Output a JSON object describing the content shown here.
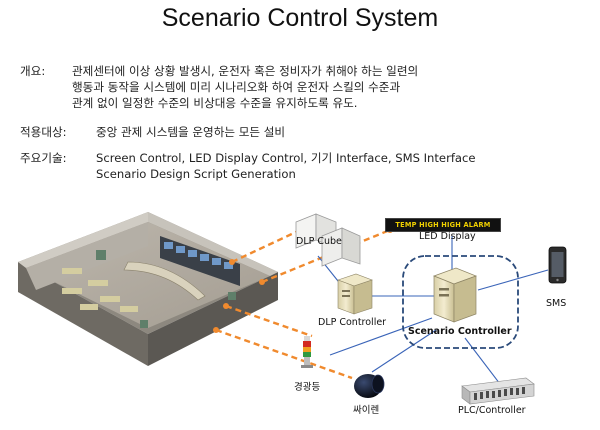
{
  "title": "Scenario Control System",
  "overview": {
    "label": "개요:",
    "lines": [
      "관제센터에 이상 상황 발생시, 운전자 혹은 정비자가 취해야 하는 일련의",
      "행동과 동작을 시스템에 미리 시나리오화 하여 운전자 스킬의 수준과",
      "관계 없이 일정한 수준의 비상대응 수준을 유지하도록 유도."
    ]
  },
  "target": {
    "label": "적용대상:",
    "text": "중앙 관제 시스템을 운영하는 모든 설비"
  },
  "tech": {
    "label": "주요기술:",
    "lines": [
      "Screen Control,  LED Display  Control,  기기 Interface, SMS Interface",
      "Scenario Design Script Generation"
    ]
  },
  "diagram": {
    "alarm_text": "TEMP HIGH HIGH ALARM",
    "led_display": "LED Display",
    "dlp_cube": "DLP Cube",
    "dlp_controller": "DLP Controller",
    "scenario_controller": "Scenario Controller",
    "sms": "SMS",
    "warning_light": "경광등",
    "siren": "싸이렌",
    "plc_controller": "PLC/Controller",
    "colors": {
      "orange_link": "#f08a2e",
      "blue_link": "#3a64b8",
      "dashed_box": "#2a4a7a"
    },
    "icons": [
      "control-room-illustration",
      "dlp-cube-icon",
      "server-icon",
      "phone-icon",
      "tower-light-icon",
      "siren-icon",
      "plc-icon"
    ]
  }
}
